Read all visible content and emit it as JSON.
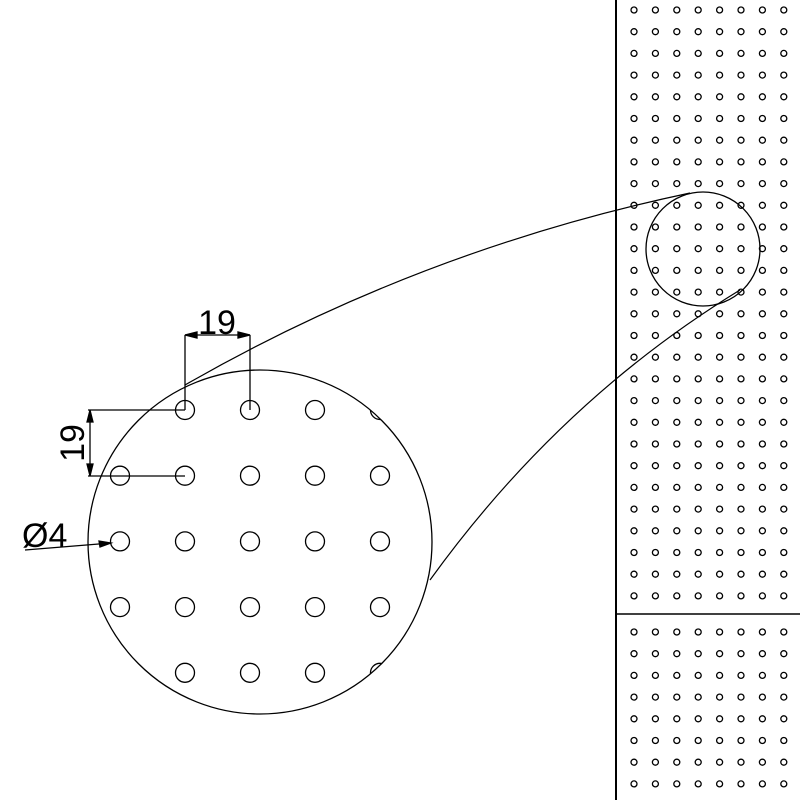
{
  "drawing": {
    "line_color": "#000000",
    "background": "#ffffff",
    "dimensions": {
      "horizontal_pitch": "19",
      "vertical_pitch": "19",
      "hole_diameter": "Ø4"
    },
    "detail_view": {
      "hole_columns": 5,
      "hole_rows": 5
    },
    "panel": {
      "hole_columns": 8,
      "rows_upper": 28,
      "rows_lower": 8
    }
  }
}
